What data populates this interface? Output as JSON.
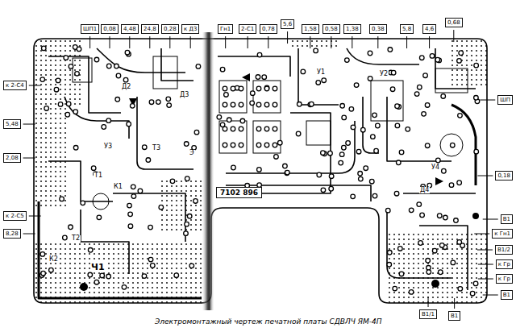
{
  "diagram": {
    "caption": "Электромонтажный чертеж печатной платы СДВЛЧ ЯМ-4П",
    "nodes": [
      {
        "text": [
          "ШП1"
        ]
      },
      {
        "text": [
          "0,08"
        ]
      },
      {
        "text": [
          "4,48"
        ]
      },
      {
        "text": [
          "24,8"
        ]
      },
      {
        "text": [
          "0,28"
        ]
      },
      {
        "text": [
          "к Д3"
        ]
      },
      {
        "text": [
          "Гн1"
        ]
      },
      {
        "text": [
          "2-С1"
        ]
      },
      {
        "text": [
          "0,78"
        ]
      },
      {
        "text": [
          "5,6"
        ]
      },
      {
        "text": [
          "1,58"
        ]
      },
      {
        "text": [
          "0,58"
        ]
      },
      {
        "text": [
          "1,38"
        ]
      },
      {
        "text": [
          "0,38"
        ]
      },
      {
        "text": [
          "5,8"
        ]
      },
      {
        "text": [
          "4,6"
        ]
      },
      {
        "text": [
          "0,68"
        ]
      },
      {
        "text": [
          "к 2-С4"
        ]
      },
      {
        "text": [
          "5,48"
        ]
      },
      {
        "text": [
          "2,08"
        ]
      },
      {
        "text": [
          "к 2-С5"
        ]
      },
      {
        "text": [
          "8,28"
        ]
      },
      {
        "text": [
          "7102 896"
        ]
      },
      {
        "text": [
          "ШП"
        ]
      },
      {
        "text": [
          "0,18"
        ]
      },
      {
        "text": [
          "В1"
        ]
      },
      {
        "text": [
          "к Гн1"
        ]
      },
      {
        "text": [
          "В1/2"
        ]
      },
      {
        "text": [
          "к Гр"
        ]
      },
      {
        "text": [
          "к Гр"
        ]
      },
      {
        "text": [
          "В1"
        ]
      },
      {
        "text": [
          "В1/1"
        ]
      },
      {
        "text": [
          "В1"
        ]
      }
    ],
    "labels": [
      "Ч1",
      "Т1",
      "Т2",
      "Т3",
      "Э",
      "У1",
      "У2",
      "У3",
      "У4",
      "Д2",
      "Д3",
      "Д4",
      "К1",
      "К2"
    ]
  }
}
